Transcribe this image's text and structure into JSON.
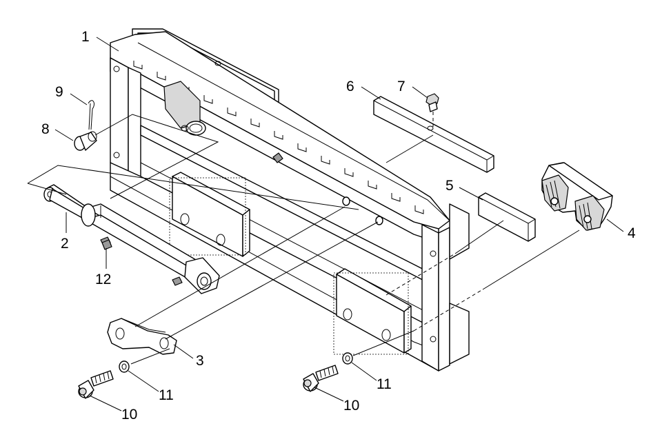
{
  "callouts": {
    "c1": "1",
    "c2": "2",
    "c3": "3",
    "c4": "4",
    "c5": "5",
    "c6": "6",
    "c7": "7",
    "c8": "8",
    "c9": "9",
    "c10a": "10",
    "c10b": "10",
    "c11a": "11",
    "c11b": "11",
    "c12": "12"
  },
  "colors": {
    "line": "#000000",
    "shade": "#9a9a9a",
    "background": "#ffffff"
  }
}
